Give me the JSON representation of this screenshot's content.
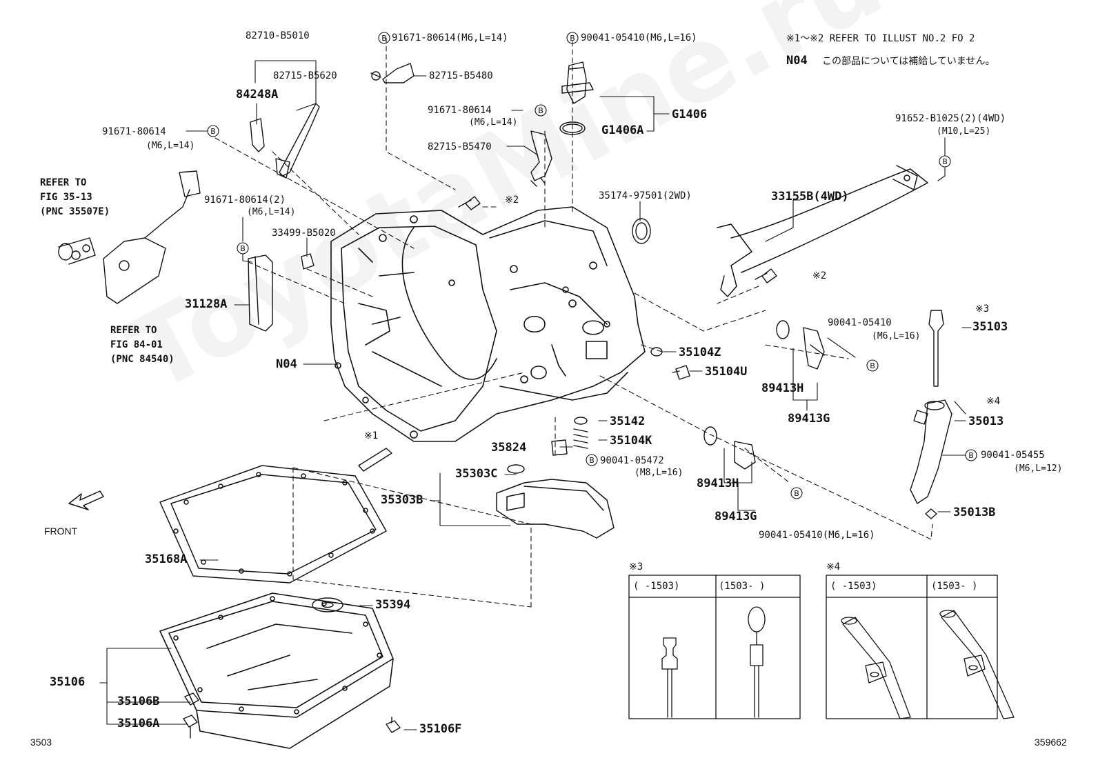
{
  "header": {
    "ref_note": "※1～※2 REFER TO ILLUST NO.2 FO 2",
    "n04_code": "N04",
    "n04_note": "この部品については補給していません。"
  },
  "watermark": "ToyotaMine.ru",
  "page_code": "3503",
  "figure_id": "359662",
  "front_label": "FRONT",
  "refer_notes": {
    "fig_35_13": [
      "REFER TO",
      "FIG 35-13",
      "(PNC 35507E)"
    ],
    "fig_84_01": [
      "REFER TO",
      "FIG 84-01",
      "(PNC 84540)"
    ]
  },
  "labels": {
    "p82710_b5010": "82710-B5010",
    "p82715_b5620": "82715-B5620",
    "p84248a": "84248A",
    "p91671_a": "91671-80614",
    "p91671_a_spec": "(M6,L=14)",
    "p91671_b": "91671-80614(M6,L=14)",
    "p82715_b5480": "82715-B5480",
    "p91671_c": "91671-80614",
    "p91671_c_spec": "(M6,L=14)",
    "p82715_b5470": "82715-B5470",
    "p90041_top": "90041-05410(M6,L=16)",
    "g1406": "G1406",
    "g1406a": "G1406A",
    "note_x2_top": "※2",
    "p91671_d": "91671-80614(2)",
    "p91671_d_spec": "(M6,L=14)",
    "p33499": "33499-B5020",
    "p31128a": "31128A",
    "n04": "N04",
    "p35174": "35174-97501(2WD)",
    "p33155b": "33155B(4WD)",
    "p91652": "91652-B1025(2)(4WD)",
    "p91652_spec": "(M10,L=25)",
    "note_x2_right": "※2",
    "p35104z": "35104Z",
    "p35104u": "35104U",
    "p90041_mid": "90041-05410",
    "p90041_mid_spec": "(M6,L=16)",
    "p89413h_a": "89413H",
    "p89413g_a": "89413G",
    "note_x3": "※3",
    "p35103": "35103",
    "note_x4": "※4",
    "p35013": "35013",
    "p90041_05455": "90041-05455",
    "p90041_05455_spec": "(M6,L=12)",
    "p35013b": "35013B",
    "p35142": "35142",
    "p35104k": "35104K",
    "p90041_05472": "90041-05472",
    "p90041_05472_spec": "(M8,L=16)",
    "p35824": "35824",
    "note_x1": "※1",
    "p35303c": "35303C",
    "p35303b": "35303B",
    "p89413h_b": "89413H",
    "p89413g_b": "89413G",
    "p90041_bottom": "90041-05410(M6,L=16)",
    "p35168a": "35168A",
    "p35394": "35394",
    "p35106": "35106",
    "p35106b": "35106B",
    "p35106a": "35106A",
    "p35106f": "35106F"
  },
  "insets": {
    "x3": {
      "title": "※3",
      "col1": "(      -1503)",
      "col2": "(1503-      )"
    },
    "x4": {
      "title": "※4",
      "col1": "(      -1503)",
      "col2": "(1503-      )"
    }
  },
  "colors": {
    "ink": "#111111",
    "paper": "#ffffff"
  }
}
